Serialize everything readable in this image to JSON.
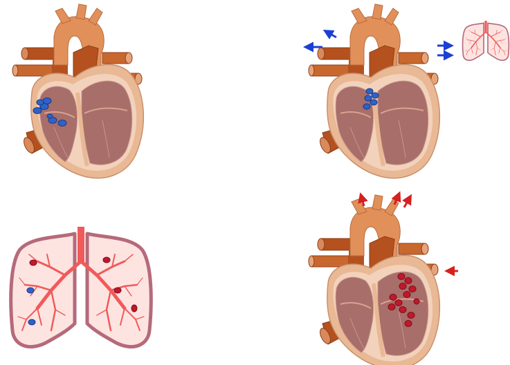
{
  "colors": {
    "background": "#ffffff",
    "vessel_dark": "#b4511f",
    "vessel_mid": "#c9682e",
    "aorta": "#e2905a",
    "aorta_shade": "#cf7a45",
    "heart_outline": "#e9b894",
    "heart_wall": "#f3d2bc",
    "heart_chamber": "#a86e69",
    "heart_chamber_line": "#c9968f",
    "lung_outline": "#b56a7a",
    "lung_fill": "#fde4e1",
    "airway": "#f15a5a",
    "blood_deoxygenated": "#2f62c9",
    "blood_oxygenated": "#c2182b",
    "arrow_blue": "#1b3fd6",
    "arrow_red": "#d62020"
  },
  "panels": [
    {
      "id": "heart-right-atrium",
      "cells": "blue",
      "arrows": "none"
    },
    {
      "id": "heart-to-lungs",
      "cells": "blue",
      "arrows": "blue-outflow",
      "inset": "lungs"
    },
    {
      "id": "lungs-gas-exchange",
      "cells": "mixed",
      "arrows": "none"
    },
    {
      "id": "heart-left-ventricle",
      "cells": "red",
      "arrows": "red-outflow"
    }
  ]
}
